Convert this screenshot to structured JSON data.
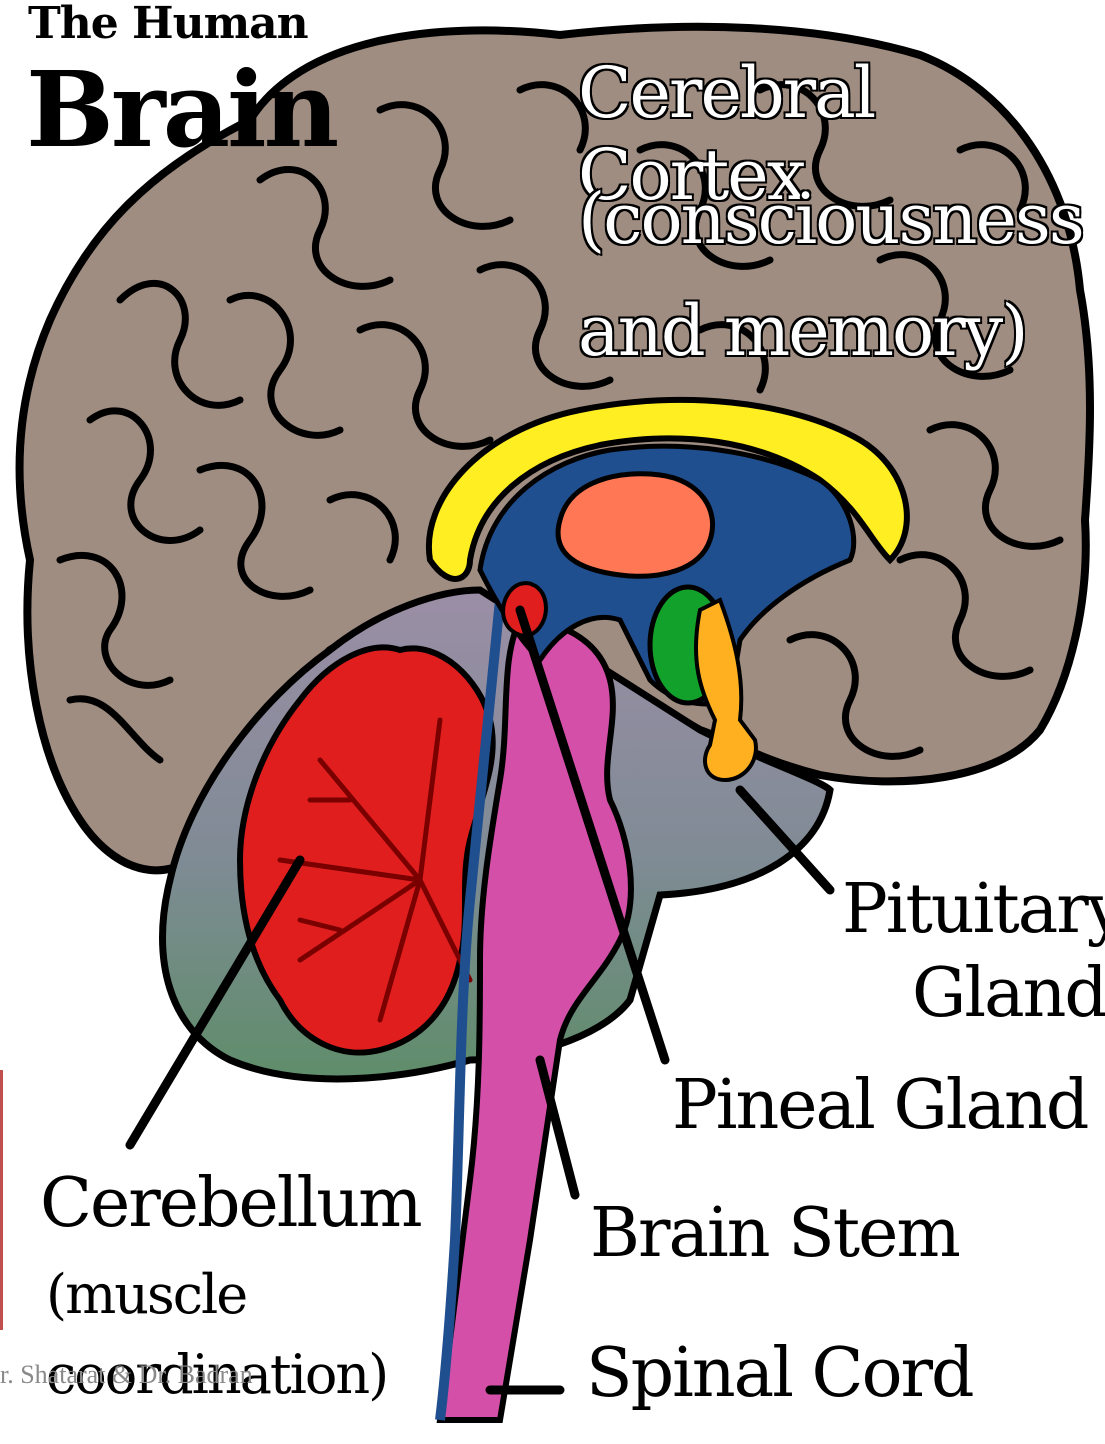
{
  "title": {
    "line1": "The Human",
    "line2": "Brain"
  },
  "labels": {
    "cortex": [
      "Cerebral Cortex",
      "(consciousness",
      "and memory)"
    ],
    "pituitary": [
      "Pituitary",
      "Gland"
    ],
    "pineal": "Pineal Gland",
    "cerebellum": [
      "Cerebellum",
      "(muscle",
      "coordination)"
    ],
    "brain_stem": "Brain Stem",
    "spinal_cord": "Spinal Cord"
  },
  "watermark": "r. Shatarat & Dr. Badran",
  "colors": {
    "cortex": "#a08d81",
    "inner_region": "#8d8a99",
    "inner_region_low": "#5e8a68",
    "cerebellum": "#e01e1e",
    "brain_stem": "#d44fa8",
    "corpus_callosum": "#ffee22",
    "ventricle": "#1f4f8f",
    "thalamus": "#ff7755",
    "hypothalamus": "#12a12a",
    "pituitary": "#ffb020",
    "outline": "#000000"
  }
}
